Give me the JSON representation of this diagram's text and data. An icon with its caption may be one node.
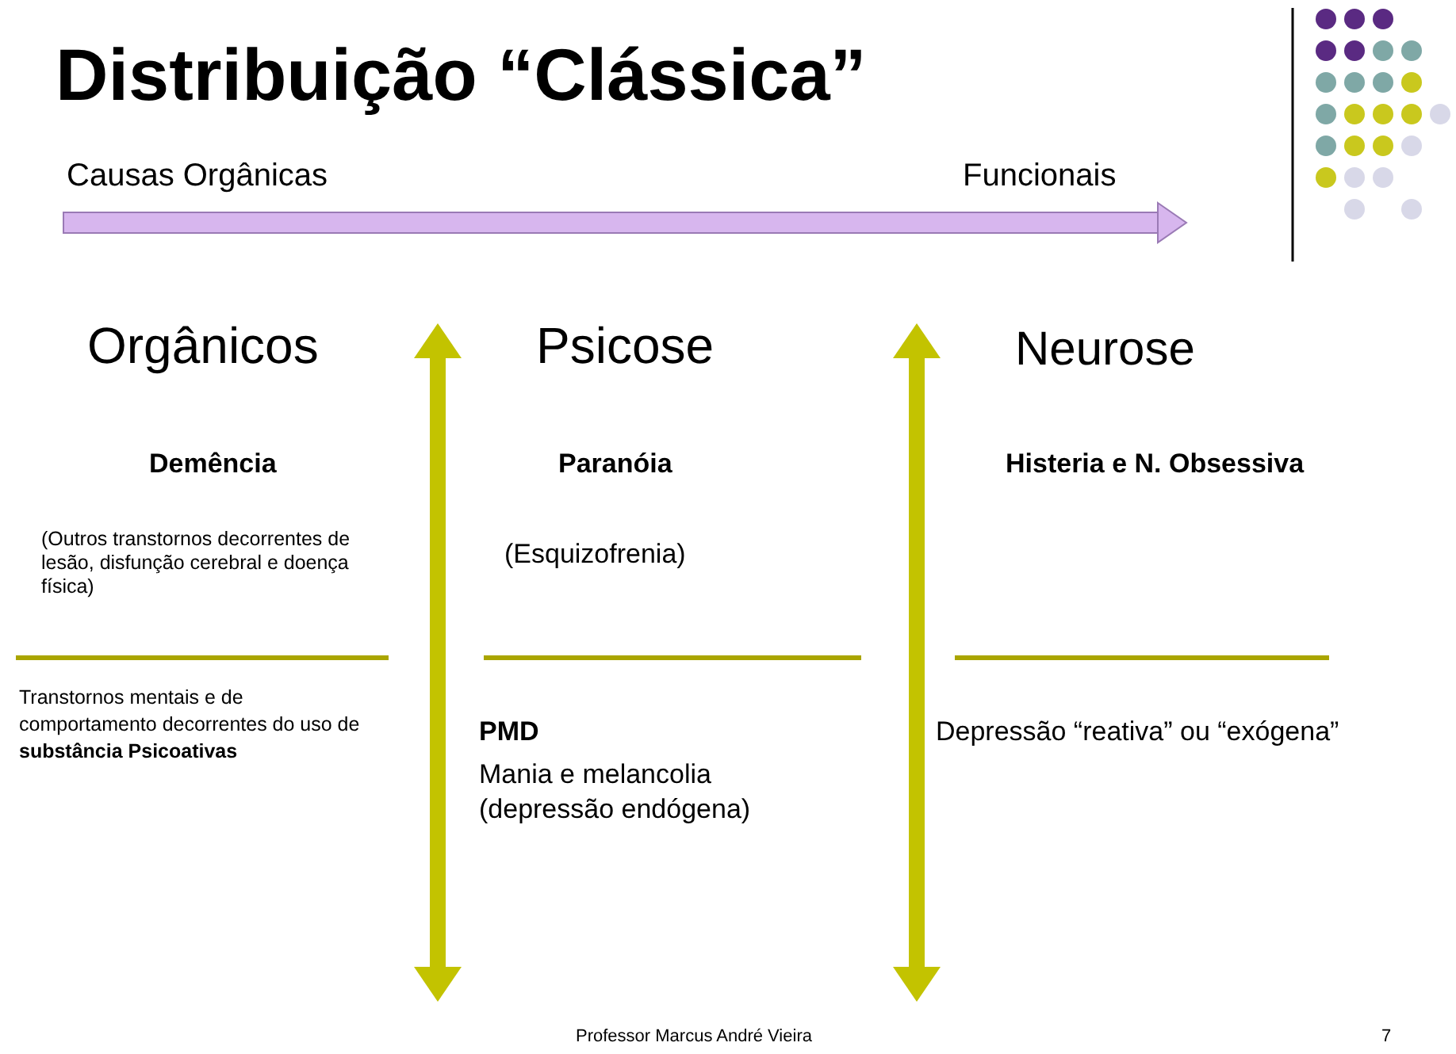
{
  "diagram": {
    "title": "Distribuição “Clássica”",
    "labels": [
      "Causas Orgânicas",
      "Funcionais",
      "Orgânicos",
      "Psicose",
      "Neurose",
      "Demência",
      "Paranóia",
      "Histeria e N. Obsessiva",
      "(Outros transtornos decorrentes de lesão, disfunção cerebral e doença física)",
      "(Esquizofrenia)",
      "Transtornos mentais e de comportamento decorrentes do uso de **substância Psicoativas**",
      "PMD",
      "Mania e melancolia (depressão endógena)",
      "Depressão “reativa” ou “exógena”",
      "Professor Marcus André Vieira",
      "7"
    ]
  }
}
